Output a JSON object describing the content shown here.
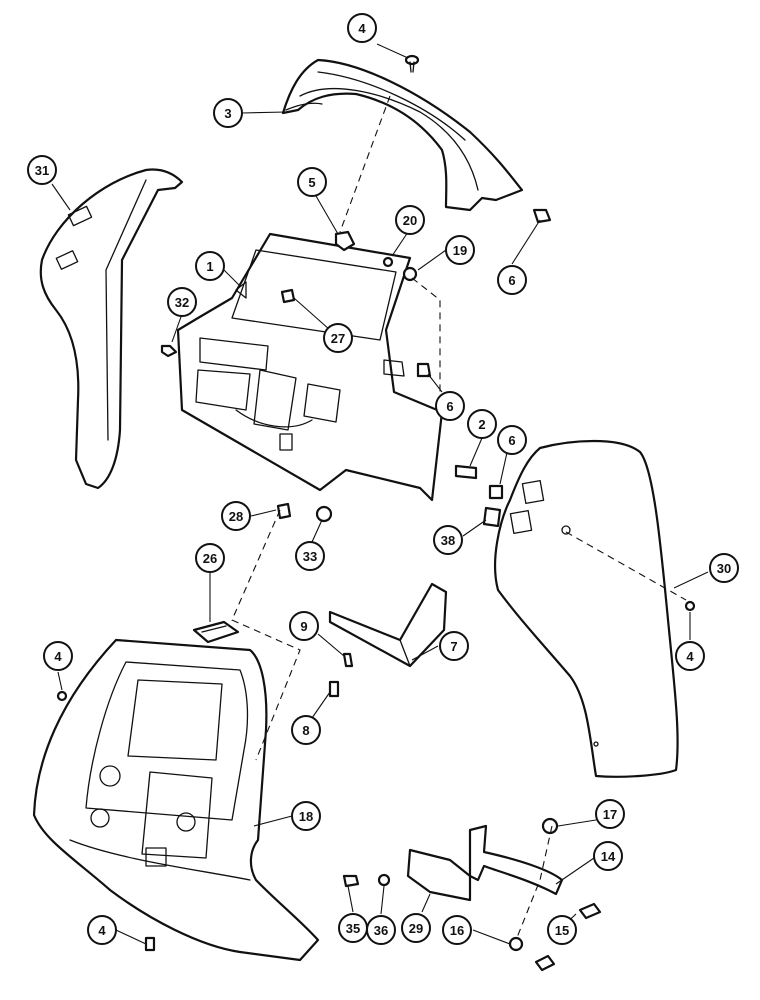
{
  "figure": {
    "callouts": [
      {
        "id": "c-4-top",
        "label": "4"
      },
      {
        "id": "c-3",
        "label": "3"
      },
      {
        "id": "c-31",
        "label": "31"
      },
      {
        "id": "c-5",
        "label": "5"
      },
      {
        "id": "c-20",
        "label": "20"
      },
      {
        "id": "c-19",
        "label": "19"
      },
      {
        "id": "c-6-right-top",
        "label": "6"
      },
      {
        "id": "c-1",
        "label": "1"
      },
      {
        "id": "c-32",
        "label": "32"
      },
      {
        "id": "c-27",
        "label": "27"
      },
      {
        "id": "c-6-mid",
        "label": "6"
      },
      {
        "id": "c-2",
        "label": "2"
      },
      {
        "id": "c-6-lower",
        "label": "6"
      },
      {
        "id": "c-28",
        "label": "28"
      },
      {
        "id": "c-33",
        "label": "33"
      },
      {
        "id": "c-38",
        "label": "38"
      },
      {
        "id": "c-30",
        "label": "30"
      },
      {
        "id": "c-26",
        "label": "26"
      },
      {
        "id": "c-9",
        "label": "9"
      },
      {
        "id": "c-7",
        "label": "7"
      },
      {
        "id": "c-4-left",
        "label": "4"
      },
      {
        "id": "c-4-right",
        "label": "4"
      },
      {
        "id": "c-8",
        "label": "8"
      },
      {
        "id": "c-18",
        "label": "18"
      },
      {
        "id": "c-17",
        "label": "17"
      },
      {
        "id": "c-14",
        "label": "14"
      },
      {
        "id": "c-35",
        "label": "35"
      },
      {
        "id": "c-36",
        "label": "36"
      },
      {
        "id": "c-29",
        "label": "29"
      },
      {
        "id": "c-16",
        "label": "16"
      },
      {
        "id": "c-15",
        "label": "15"
      },
      {
        "id": "c-4-bottom",
        "label": "4"
      }
    ]
  }
}
